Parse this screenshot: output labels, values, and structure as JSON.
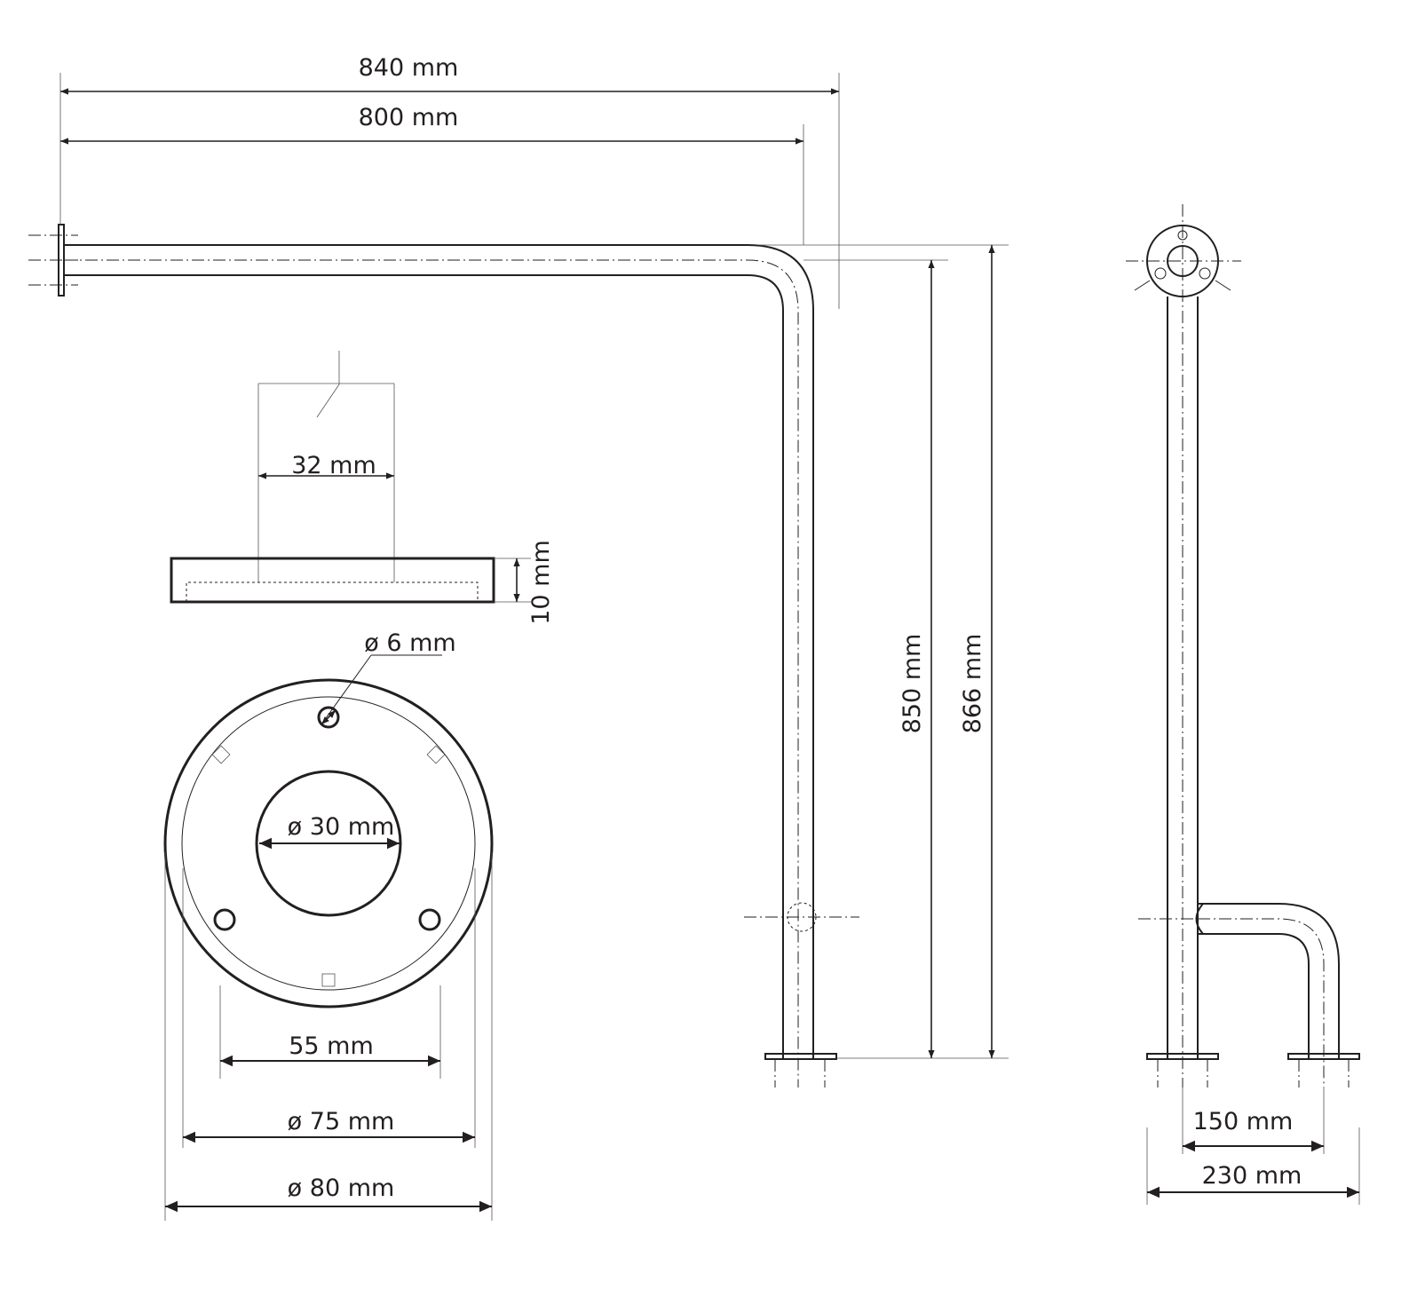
{
  "dimensions": {
    "width_840": "840 mm",
    "width_800": "800 mm",
    "pipe_diameter_32": "32 mm",
    "flange_thickness_10": "10 mm",
    "hole_diameter_6": "ø 6 mm",
    "bore_diameter_30": "ø 30 mm",
    "hole_spacing_55": "55 mm",
    "bolt_circle_75": "ø 75 mm",
    "flange_diameter_80": "ø 80 mm",
    "height_850": "850 mm",
    "height_866": "866 mm",
    "leg_spacing_150": "150 mm",
    "total_depth_230": "230 mm"
  }
}
